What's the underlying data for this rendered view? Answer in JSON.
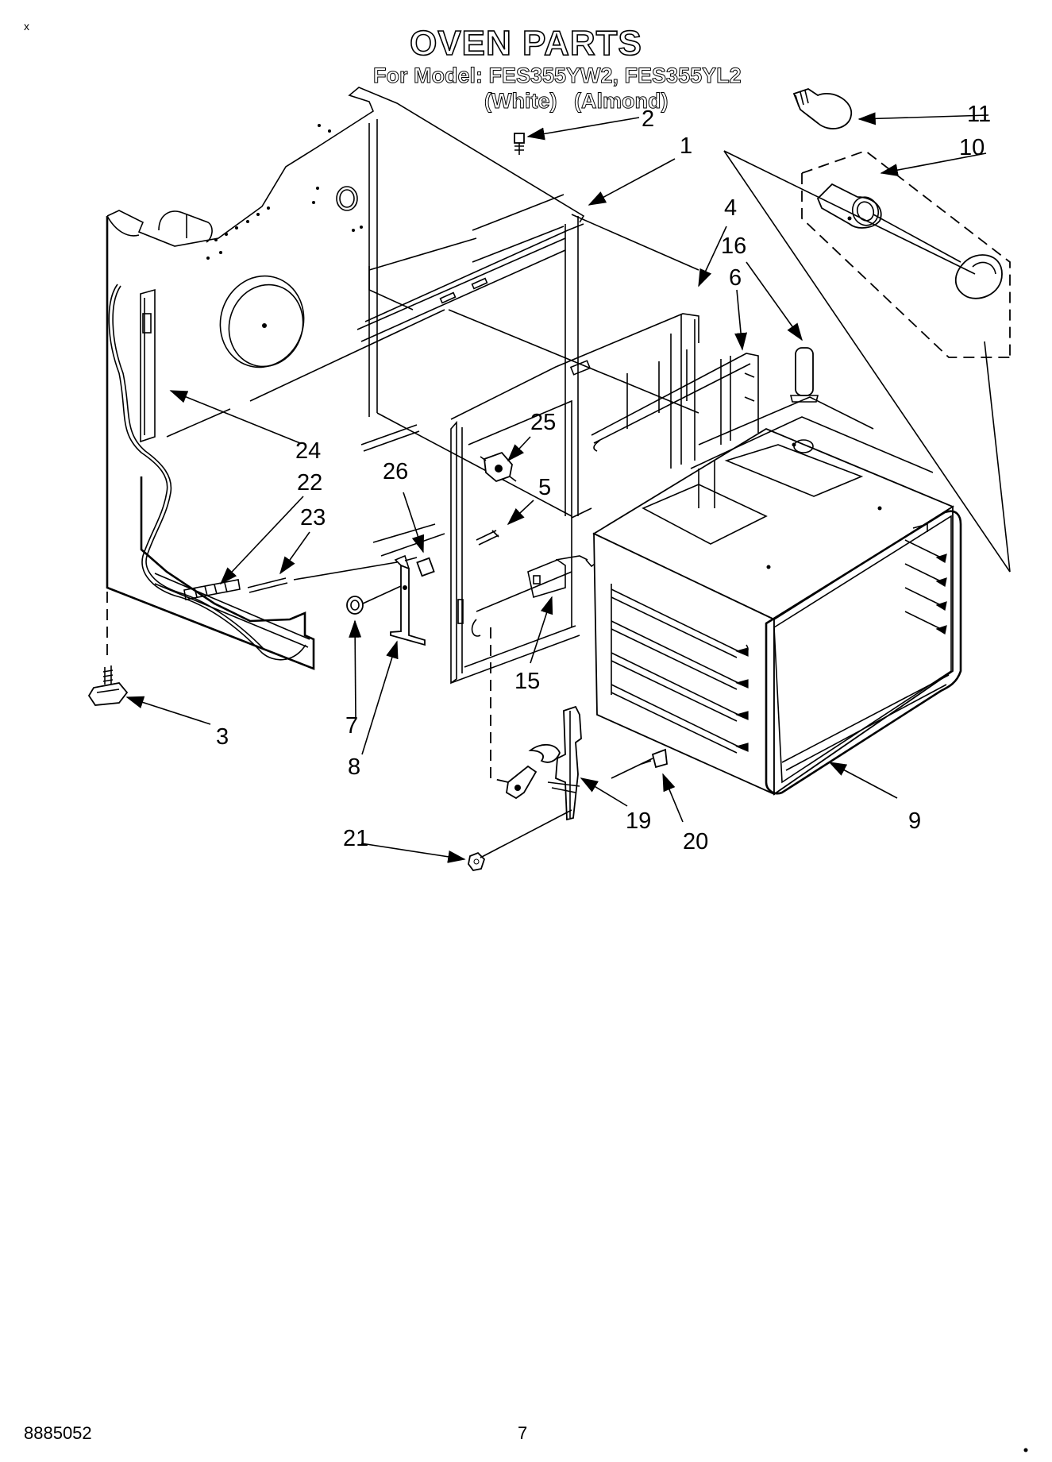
{
  "header": {
    "title": "OVEN PARTS",
    "model_line": "For Model: FES355YW2, FES355YL2",
    "color_white": "(White)",
    "color_almond": "(Almond)"
  },
  "part_labels": [
    "1",
    "2",
    "3",
    "4",
    "5",
    "6",
    "7",
    "8",
    "9",
    "10",
    "11",
    "15",
    "16",
    "19",
    "20",
    "21",
    "22",
    "23",
    "24",
    "25",
    "26"
  ],
  "footer": {
    "doc_number": "8885052",
    "page_number": "7"
  }
}
